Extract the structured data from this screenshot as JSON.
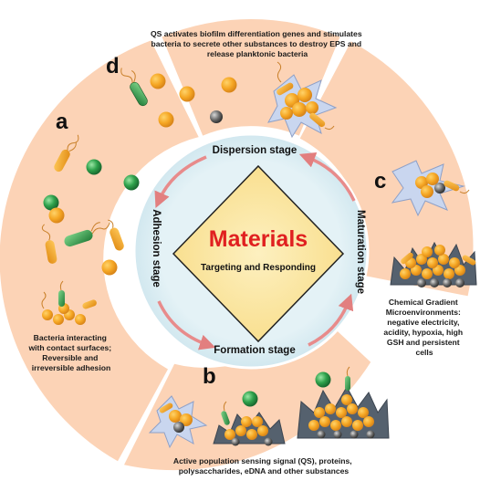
{
  "colors": {
    "sector_fill": "#fcd3b6",
    "ring_fill": "#d8ecf2",
    "diamond_fill": "#fbe7a3",
    "arrow": "#e88b8b",
    "title": "#e02020",
    "bacterium_orange": "#f3a51e",
    "bacterium_green": "#2e9e4a",
    "gray_clump": "#5c6470"
  },
  "center": {
    "title": "Materials",
    "subtitle": "Targeting and Responding"
  },
  "stages": {
    "dispersion": "Dispersion stage",
    "adhesion": "Adhesion stage",
    "formation": "Formation stage",
    "maturation": "Maturation stage"
  },
  "panels": {
    "a": {
      "letter": "a",
      "caption": [
        "Bacteria interacting",
        "with contact surfaces;",
        "Reversible and",
        "irreversible adhesion"
      ]
    },
    "b": {
      "letter": "b",
      "caption": [
        "Active population sensing signal (QS), proteins,",
        "polysaccharides, eDNA and other substances"
      ]
    },
    "c": {
      "letter": "c",
      "caption": [
        "Chemical Gradient",
        "Microenvironments:",
        "negative electricity,",
        "acidity, hypoxia, high",
        "GSH and  persistent",
        "cells"
      ]
    },
    "d": {
      "letter": "d",
      "caption": [
        "QS activates biofilm differentiation genes and stimulates",
        "bacteria to secrete other substances to destroy EPS and",
        "release planktonic bacteria"
      ]
    }
  }
}
